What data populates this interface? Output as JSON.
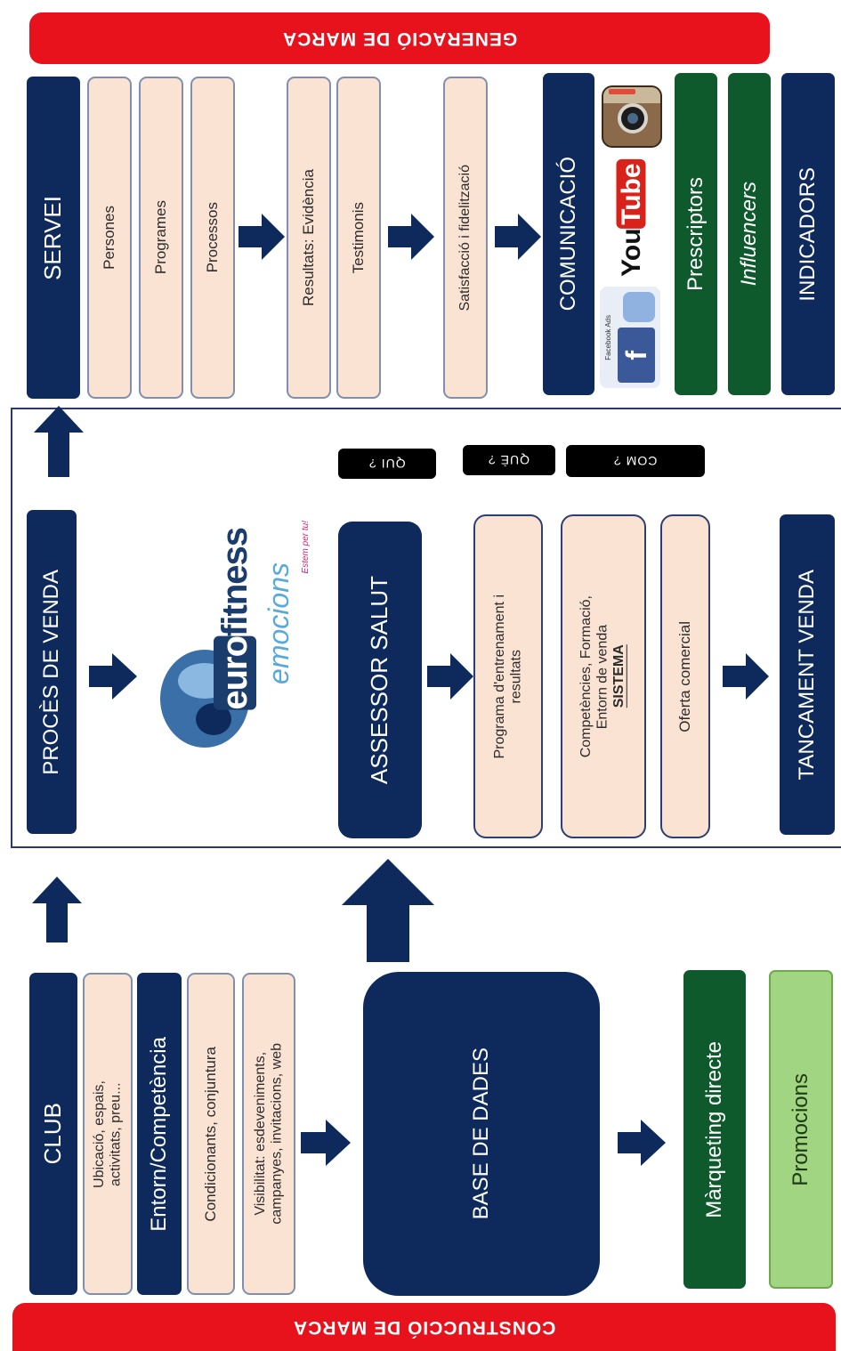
{
  "banners": {
    "top": "GENERACIÓ DE MARCA",
    "bottom": "CONSTRUCCIÓ DE MARCA"
  },
  "servei_row": {
    "servei": "SERVEI",
    "persones": "Persones",
    "programes": "Programes",
    "processos": "Processos",
    "resultats": "Resultats: Evidència",
    "testimonis": "Testimonis",
    "satisfaccio": "Satisfacció i fidelització",
    "comunicacio": "COMUNICACIÓ",
    "prescriptors": "Prescriptors",
    "influencers": "Influencers",
    "indicadors": "INDICADORS"
  },
  "social": {
    "facebook_caption": "Facebook Ads",
    "facebook_letter": "f",
    "youtube_you": "You",
    "youtube_tube": "Tube"
  },
  "venda_row": {
    "proces": "PROCÈS DE VENDA",
    "assessor": "ASSESSOR SALUT",
    "programa_line1": "Programa d'entrenament i",
    "programa_line2": "resultats",
    "competencies_line1": "Competències, Formació,",
    "competencies_line2": "Entorn de venda",
    "competencies_line3": "SISTEMA",
    "oferta": "Oferta comercial",
    "tancament": "TANCAMENT VENDA",
    "qui": "QUI ?",
    "que": "QUÈ ?",
    "com": "COM ?"
  },
  "logo": {
    "euro": "euro",
    "fitness": "fitness",
    "emocions": "emocions",
    "tagline": "Estem per tu!"
  },
  "club_row": {
    "club": "CLUB",
    "ubicacio_line1": "Ubicació, espais,",
    "ubicacio_line2": "activitats, preu...",
    "entorn": "Entorn/Competència",
    "condicionants": "Condicionants, conjuntura",
    "visibilitat_line1": "Visibilitat: esdeveniments,",
    "visibilitat_line2": "campanyes, invitacions, web",
    "base_dades": "BASE DE DADES",
    "marqueting": "Màrqueting directe",
    "promocions": "Promocions"
  },
  "colors": {
    "navy": "#0e2a5c",
    "red": "#e8121d",
    "peach": "#fbe3d4",
    "dark_green": "#0f5a2c",
    "light_green": "#a2d581"
  }
}
